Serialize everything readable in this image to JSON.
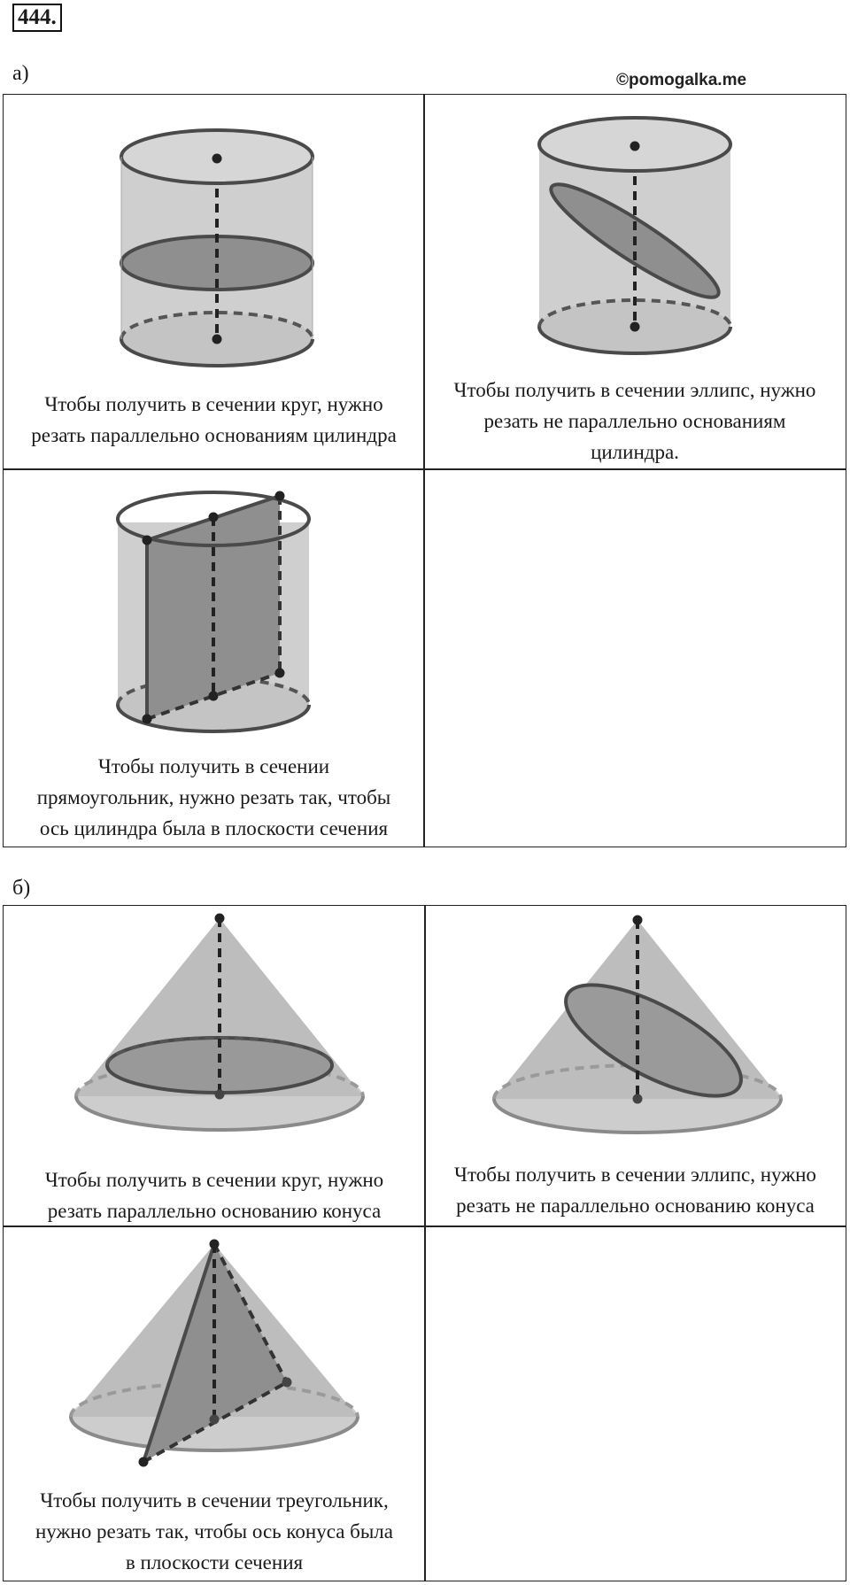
{
  "problem_number": "444.",
  "watermark": "©pomogalka.me",
  "part_a": {
    "label": "а)",
    "cells": [
      {
        "caption_lines": [
          "Чтобы получить в сечении круг, нужно",
          "резать параллельно основаниям цилиндра"
        ]
      },
      {
        "caption_lines": [
          "Чтобы получить в сечении эллипс, нужно",
          "резать не параллельно основаниям",
          "цилиндра."
        ]
      },
      {
        "caption_lines": [
          "Чтобы получить в сечении",
          "прямоугольник, нужно резать так, чтобы",
          "ось цилиндра была в плоскости сечения"
        ]
      }
    ]
  },
  "part_b": {
    "label": "б)",
    "cells": [
      {
        "caption_lines": [
          "Чтобы получить в сечении круг, нужно",
          "резать параллельно основанию конуса"
        ]
      },
      {
        "caption_lines": [
          "Чтобы получить в сечении эллипс, нужно",
          "резать не параллельно основанию конуса"
        ]
      },
      {
        "caption_lines": [
          "Чтобы получить в сечении треугольник,",
          "нужно резать так, чтобы ось конуса была",
          "в плоскости сечения"
        ]
      }
    ]
  },
  "colors": {
    "stroke": "#4a4a4a",
    "fill_light": "#c9c9c9",
    "fill_dark": "#8f8f8f",
    "border": "#222222"
  }
}
